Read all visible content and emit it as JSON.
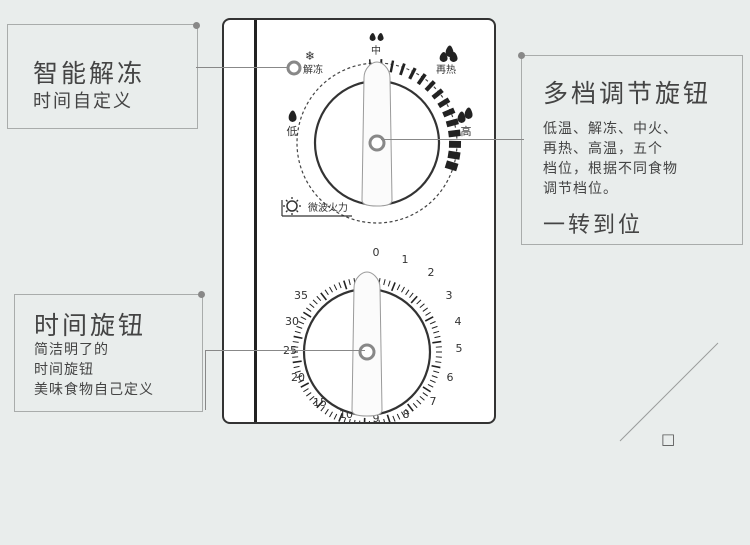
{
  "left_top_callout": {
    "title": "智能解冻",
    "subtitle": "时间自定义"
  },
  "right_callout": {
    "title": "多档调节旋钮",
    "body_lines": [
      "低温、解冻、中火、",
      "再热、高温，五个",
      "档位，根据不同食物",
      "调节档位。"
    ],
    "footer": "一转到位"
  },
  "left_bottom_callout": {
    "title": "时间旋钮",
    "body_lines": [
      "简洁明了的",
      "时间旋钮",
      "美味食物自己定义"
    ]
  },
  "power_knob": {
    "label": "微波火力",
    "levels": {
      "defrost": "解冻",
      "medium": "中",
      "reheat": "再热",
      "low": "低",
      "high": "高"
    }
  },
  "timer_knob": {
    "ticks": [
      "0",
      "1",
      "2",
      "3",
      "4",
      "5",
      "6",
      "7",
      "8",
      "9",
      "10",
      "15",
      "20",
      "25",
      "30",
      "35"
    ]
  },
  "decor": {
    "square": "□"
  },
  "colors": {
    "background": "#e9edec",
    "panel": "#ffffff",
    "outline": "#333333",
    "callout_border": "#a9acab",
    "text": "#444444"
  }
}
